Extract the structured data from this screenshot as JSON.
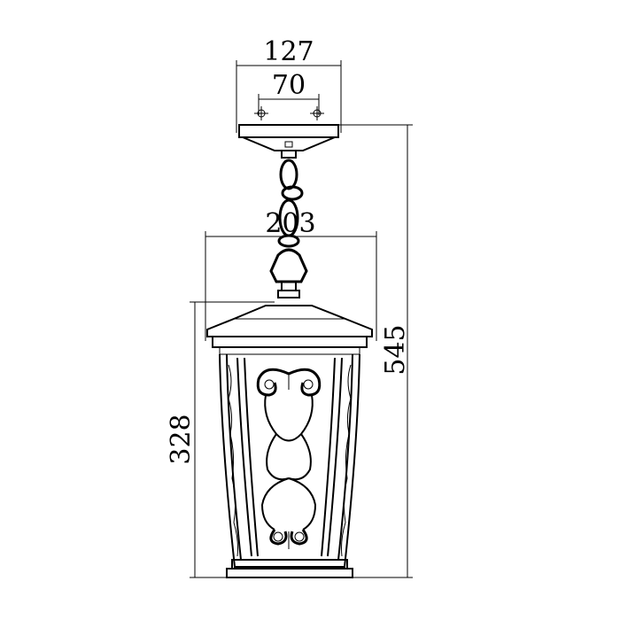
{
  "dimensions": {
    "canopy_width": "127",
    "mount_spacing": "70",
    "lantern_width": "203",
    "overall_height": "545",
    "lantern_height": "328"
  }
}
